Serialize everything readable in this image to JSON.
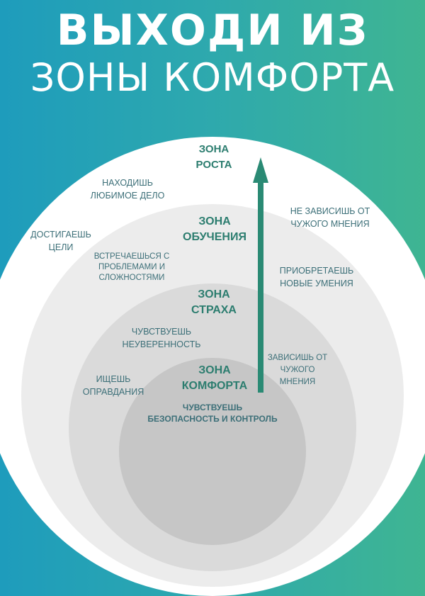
{
  "title": {
    "line1": "ВЫХОДИ ИЗ",
    "line2": "ЗОНЫ КОМФОРТА"
  },
  "zones": {
    "growth": {
      "name": "ЗОНА\nРОСТА",
      "items": [
        "НАХОДИШЬ\nЛЮБИМОЕ ДЕЛО",
        "НЕ ЗАВИСИШЬ ОТ\nЧУЖОГО МНЕНИЯ",
        "ДОСТИГАЕШЬ\nЦЕЛИ"
      ]
    },
    "learning": {
      "name": "ЗОНА\nОБУЧЕНИЯ",
      "items": [
        "ВСТРЕЧАЕШЬСЯ С\nПРОБЛЕМАМИ И\nСЛОЖНОСТЯМИ",
        "ПРИОБРЕТАЕШЬ\nНОВЫЕ УМЕНИЯ"
      ]
    },
    "fear": {
      "name": "ЗОНА\nСТРАХА",
      "items": [
        "ЧУВСТВУЕШЬ\nНЕУВЕРЕННОСТЬ",
        "ЗАВИСИШЬ ОТ\nЧУЖОГО\nМНЕНИЯ",
        "ИЩЕШЬ\nОПРАВДАНИЯ"
      ]
    },
    "comfort": {
      "name": "ЗОНА\nКОМФОРТА",
      "items": [
        "ЧУВСТВУЕШЬ\nБЕЗОПАСНОСТЬ И КОНТРОЛЬ"
      ]
    }
  },
  "colors": {
    "bg_left": "#1e9cbc",
    "bg_right": "#3fb592",
    "accent": "#2c7d6f",
    "text": "#3c6f78"
  }
}
